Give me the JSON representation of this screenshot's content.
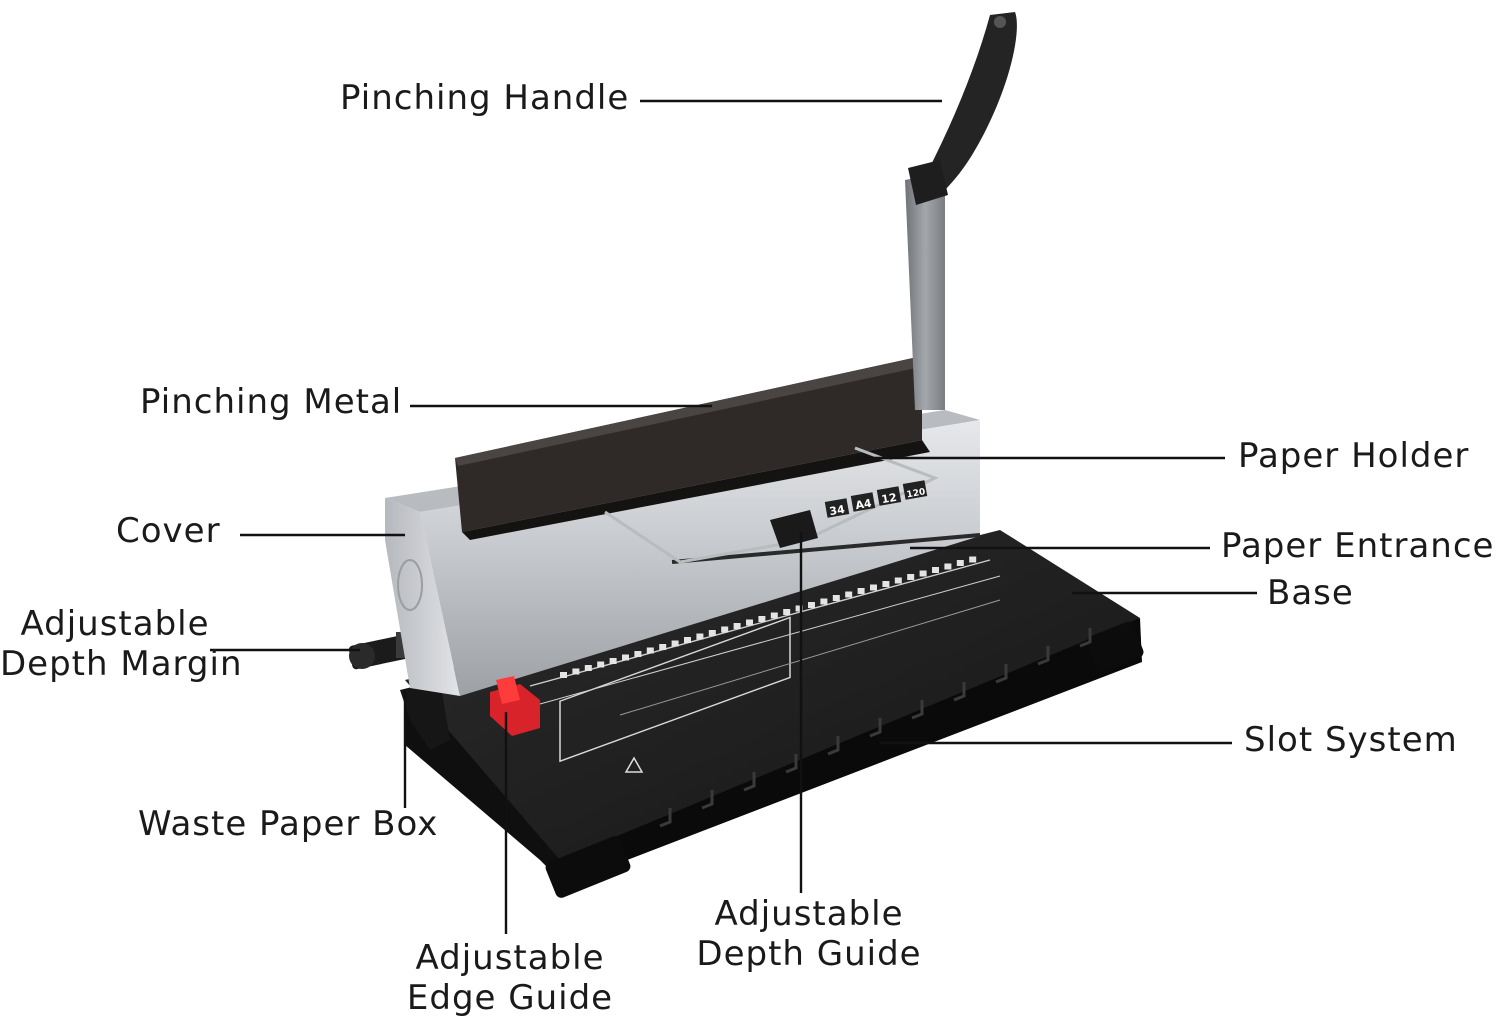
{
  "labels": {
    "pinching_handle": "Pinching Handle",
    "pinching_metal": "Pinching Metal",
    "cover": "Cover",
    "adjustable_depth_margin_1": "Adjustable",
    "adjustable_depth_margin_2": "Depth Margin",
    "waste_paper_box": "Waste Paper Box",
    "adjustable_edge_guide_1": "Adjustable",
    "adjustable_edge_guide_2": "Edge Guide",
    "adjustable_depth_guide_1": "Adjustable",
    "adjustable_depth_guide_2": "Depth Guide",
    "paper_holder": "Paper Holder",
    "paper_entrance": "Paper Entrance",
    "base": "Base",
    "slot_system": "Slot System"
  },
  "device_markings": {
    "size_34": "34",
    "size_a4": "A4",
    "sheets_12": "12",
    "max_120": "120"
  },
  "colors": {
    "base_black": "#1c1c1c",
    "cover_silver": "#c9ccd0",
    "handle_arm": "#8d9196",
    "grip_black": "#2a2a2a",
    "edge_guide_red": "#d8232a"
  }
}
